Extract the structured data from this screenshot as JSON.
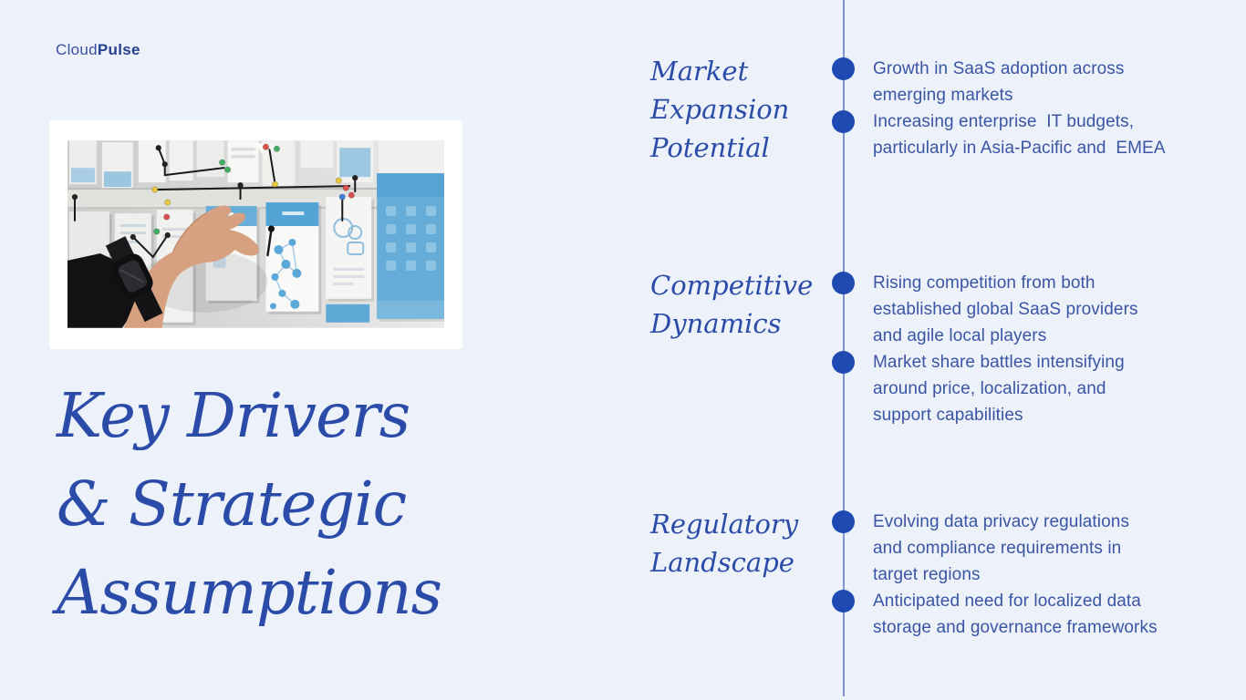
{
  "logo": {
    "prefix": "Cloud",
    "suffix": "Pulse"
  },
  "title": "Key Drivers\n& Strategic\nAssumptions",
  "timeline": {
    "sections": [
      {
        "heading": "Market\nExpansion\nPotential",
        "bullets": [
          "Growth in SaaS adoption across\nemerging markets",
          "Increasing enterprise  IT budgets,\nparticularly in Asia-Pacific and  EMEA"
        ]
      },
      {
        "heading": "Competitive\nDynamics",
        "bullets": [
          "Rising competition from both\nestablished global SaaS providers\nand agile local players",
          "Market share battles intensifying\naround price, localization, and\nsupport capabilities"
        ]
      },
      {
        "heading": "Regulatory\nLandscape",
        "bullets": [
          "Evolving data privacy regulations\nand compliance requirements in\ntarget regions",
          "Anticipated need for localized data\nstorage and governance frameworks"
        ]
      }
    ]
  },
  "icons": {
    "timeline_dot": "filled-circle",
    "photo": "hand-pinning-strings-on-planning-board"
  },
  "colors": {
    "background": "#ECF1FA",
    "accent_serif_text": "#2B4BA8",
    "body_text": "#3B55A4",
    "timeline_dot": "#1E4AB2",
    "timeline_line": "#8092CE",
    "logo_prefix": "#3A529F",
    "logo_suffix": "#24408F",
    "photo_frame": "#FFFFFF"
  }
}
